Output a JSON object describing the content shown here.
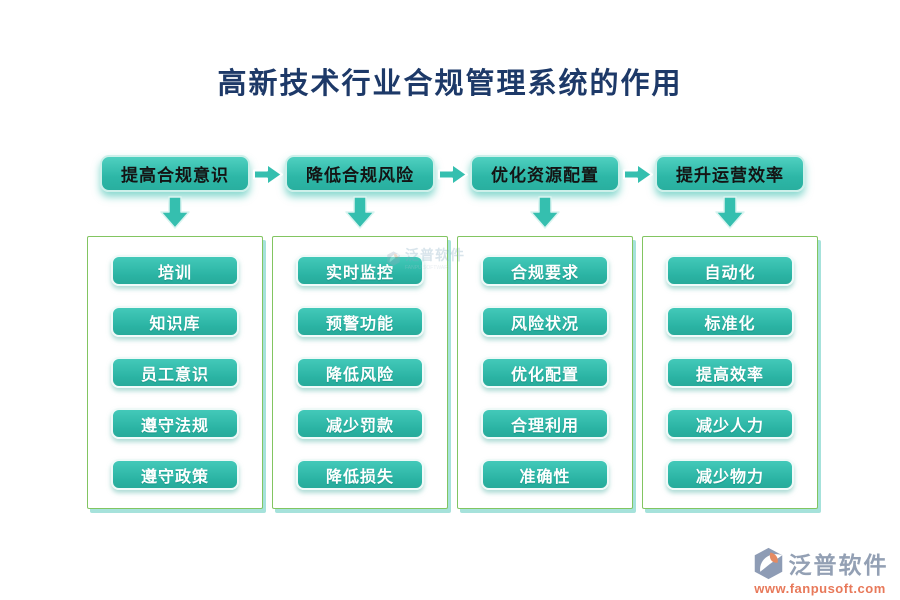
{
  "title": {
    "text": "高新技术行业合规管理系统的作用",
    "color": "#1d3968"
  },
  "colors": {
    "teal_accent": "#2db7a7",
    "panel_border_green": "#82c561",
    "title_navy": "#1d3968",
    "button_text": "#ffffff",
    "header_text": "#141414",
    "brand_gray": "#93a0b4",
    "url_orange": "#e8795a"
  },
  "flow": {
    "steps": [
      {
        "label": "提高合规意识",
        "items": [
          "培训",
          "知识库",
          "员工意识",
          "遵守法规",
          "遵守政策"
        ]
      },
      {
        "label": "降低合规风险",
        "items": [
          "实时监控",
          "预警功能",
          "降低风险",
          "减少罚款",
          "降低损失"
        ]
      },
      {
        "label": "优化资源配置",
        "items": [
          "合规要求",
          "风险状况",
          "优化配置",
          "合理利用",
          "准确性"
        ]
      },
      {
        "label": "提升运营效率",
        "items": [
          "自动化",
          "标准化",
          "提高效率",
          "减少人力",
          "减少物力"
        ]
      }
    ]
  },
  "watermark": {
    "text": "泛普软件",
    "subtext": "FANPU SOFTWARE"
  },
  "footer": {
    "brand": "泛普软件",
    "url": "www.fanpusoft.com"
  }
}
